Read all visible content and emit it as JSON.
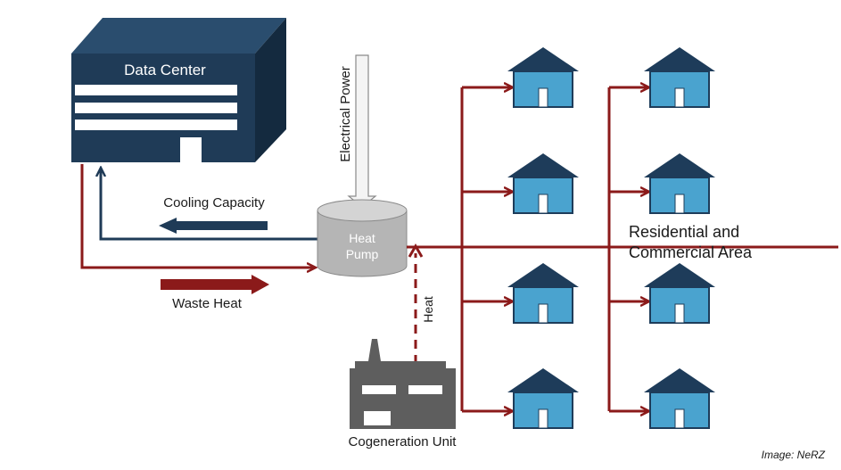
{
  "labels": {
    "data_center": "Data Center",
    "electrical_power": "Electrical Power",
    "cooling_capacity": "Cooling Capacity",
    "waste_heat": "Waste Heat",
    "heat_pump_line1": "Heat",
    "heat_pump_line2": "Pump",
    "heat": "Heat",
    "residential_line1": "Residential and",
    "residential_line2": "Commercial Area",
    "cogeneration_unit": "Cogeneration Unit",
    "credit": "Image: NeRZ"
  },
  "colors": {
    "navy": "#1f3b57",
    "dark_red": "#8b1a1a",
    "house_blue": "#4aa3cf",
    "roof_navy": "#1e3c5a",
    "pump_gray": "#b5b5b5",
    "factory_gray": "#5e5e5e"
  },
  "icons": {
    "house": "house-icon",
    "factory": "factory-icon",
    "data_center": "server-box-icon",
    "heat_pump": "cylinder-icon"
  }
}
